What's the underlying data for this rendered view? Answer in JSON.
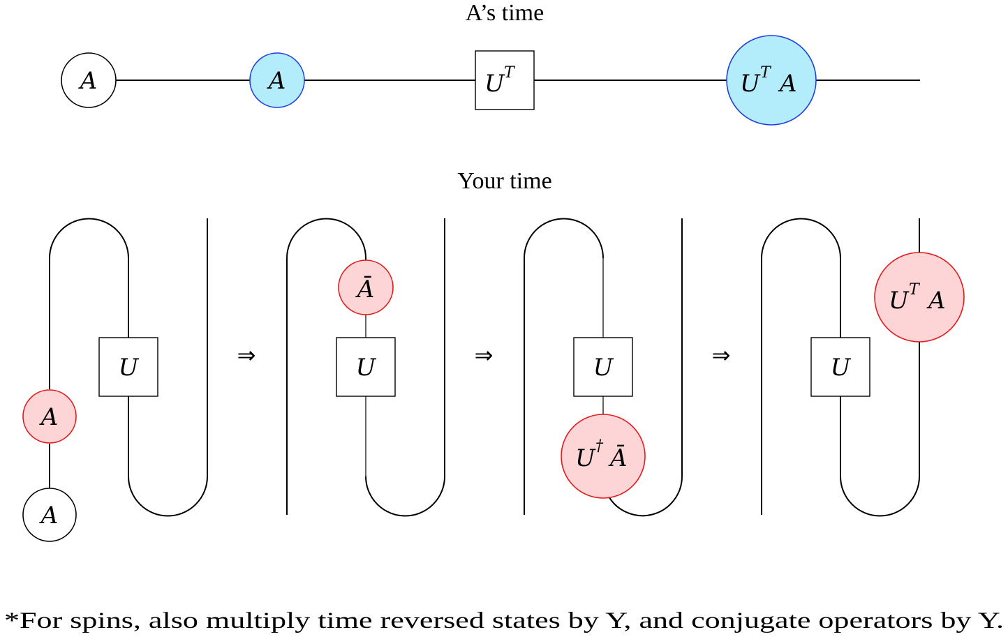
{
  "top_section": {
    "title": "A’s time",
    "nodes": [
      {
        "label": "A",
        "style": "plain"
      },
      {
        "label": "A",
        "style": "blue"
      },
      {
        "base": "U",
        "sup": "T",
        "style": "box"
      },
      {
        "base": "U",
        "sup": "T",
        "tail": "A",
        "style": "blue"
      }
    ]
  },
  "bottom_section": {
    "title": "Your time",
    "implies_symbol": "⇒",
    "panels": [
      {
        "unitary": "U",
        "nodes": [
          {
            "label": "A",
            "style": "red"
          },
          {
            "label": "A",
            "style": "plain"
          }
        ]
      },
      {
        "unitary": "U",
        "nodes": [
          {
            "label": "Ā",
            "style": "red"
          }
        ]
      },
      {
        "unitary": "U",
        "nodes": [
          {
            "base": "U",
            "sup": "†",
            "tail": "Ā",
            "style": "red"
          }
        ]
      },
      {
        "unitary": "U",
        "nodes": [
          {
            "base": "U",
            "sup": "T",
            "tail": "A",
            "style": "red"
          }
        ]
      }
    ]
  },
  "footnote": "*For spins, also multiply time reversed states by Y, and conjugate operators by Y.",
  "colors": {
    "blue_fill": "#b3ecfb",
    "blue_stroke": "#1f3fe0",
    "red_fill": "#fdd5d7",
    "red_stroke": "#e11b1b"
  }
}
